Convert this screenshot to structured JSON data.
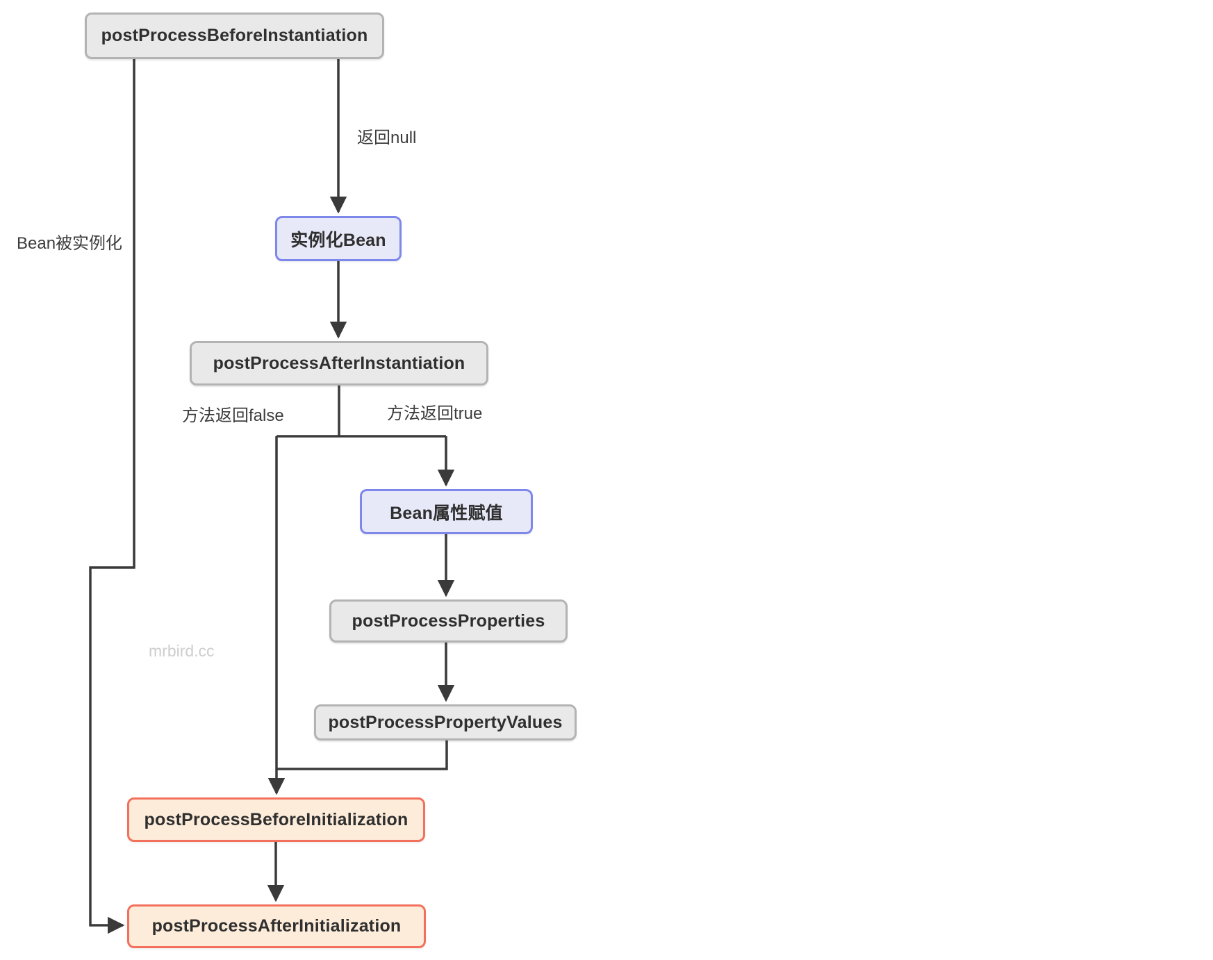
{
  "diagram": {
    "watermark": "mrbird.cc"
  },
  "nodes": [
    {
      "id": "postProcessBeforeInstantiation",
      "label": "postProcessBeforeInstantiation",
      "type": "gray"
    },
    {
      "id": "instantiate-bean",
      "label": "实例化Bean",
      "type": "blue"
    },
    {
      "id": "postProcessAfterInstantiation",
      "label": "postProcessAfterInstantiation",
      "type": "gray"
    },
    {
      "id": "bean-property-assignment",
      "label": "Bean属性赋值",
      "type": "blue"
    },
    {
      "id": "postProcessProperties",
      "label": "postProcessProperties",
      "type": "gray"
    },
    {
      "id": "postProcessPropertyValues",
      "label": "postProcessPropertyValues",
      "type": "gray"
    },
    {
      "id": "postProcessBeforeInitialization",
      "label": "postProcessBeforeInitialization",
      "type": "orange"
    },
    {
      "id": "postProcessAfterInitialization",
      "label": "postProcessAfterInitialization",
      "type": "orange"
    }
  ],
  "edge_labels": [
    {
      "id": "return-null",
      "text": "返回null"
    },
    {
      "id": "bean-instantiated",
      "text": "Bean被实例化"
    },
    {
      "id": "method-returns-false",
      "text": "方法返回false"
    },
    {
      "id": "method-returns-true",
      "text": "方法返回true"
    }
  ],
  "colors": {
    "line": "#3a3a3a",
    "node_text": "#2f2f2f",
    "label_text": "#3c3c3c",
    "gray_fill": "#e9e9e9",
    "gray_border": "#b3b3b3",
    "blue_fill": "#e7e9f8",
    "blue_border": "#7e87ea",
    "orange_fill": "#fdecda",
    "orange_border": "#f3705c",
    "watermark": "#cdcdcd"
  }
}
